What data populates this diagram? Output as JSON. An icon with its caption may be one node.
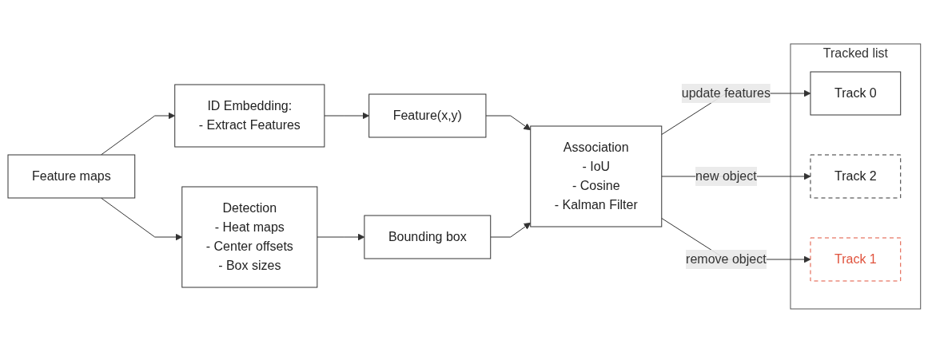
{
  "diagram": {
    "nodes": [
      {
        "text": [
          "Feature maps"
        ]
      },
      {
        "text": [
          "ID Embedding:",
          "- Extract Features"
        ]
      },
      {
        "text": [
          "Detection",
          "- Heat maps",
          "- Center offsets",
          "- Box sizes"
        ]
      },
      {
        "text": [
          "Feature(x,y)"
        ]
      },
      {
        "text": [
          "Bounding box"
        ]
      },
      {
        "text": [
          "Association",
          "- IoU",
          "- Cosine",
          "- Kalman Filter"
        ]
      },
      {
        "text": [
          "Tracked list"
        ]
      },
      {
        "text": [
          "Track 0"
        ],
        "in": 6
      },
      {
        "text": [
          "Track 2"
        ],
        "in": 6
      },
      {
        "text": [
          "Track 1"
        ],
        "in": 6
      }
    ],
    "edges": [
      {
        "from": 0,
        "to": 1,
        "arrow": "to"
      },
      {
        "from": 0,
        "to": 2,
        "arrow": "to"
      },
      {
        "from": 1,
        "to": 3,
        "arrow": "to"
      },
      {
        "from": 2,
        "to": 4,
        "arrow": "to"
      },
      {
        "from": 3,
        "to": 5,
        "arrow": "to"
      },
      {
        "from": 4,
        "to": 5,
        "arrow": "to"
      },
      {
        "from": 5,
        "to": 7,
        "label": "update features",
        "arrow": "to"
      },
      {
        "from": 5,
        "to": 8,
        "label": "new object",
        "arrow": "to"
      },
      {
        "from": 5,
        "to": 9,
        "label": "remove object",
        "arrow": "to"
      }
    ]
  }
}
